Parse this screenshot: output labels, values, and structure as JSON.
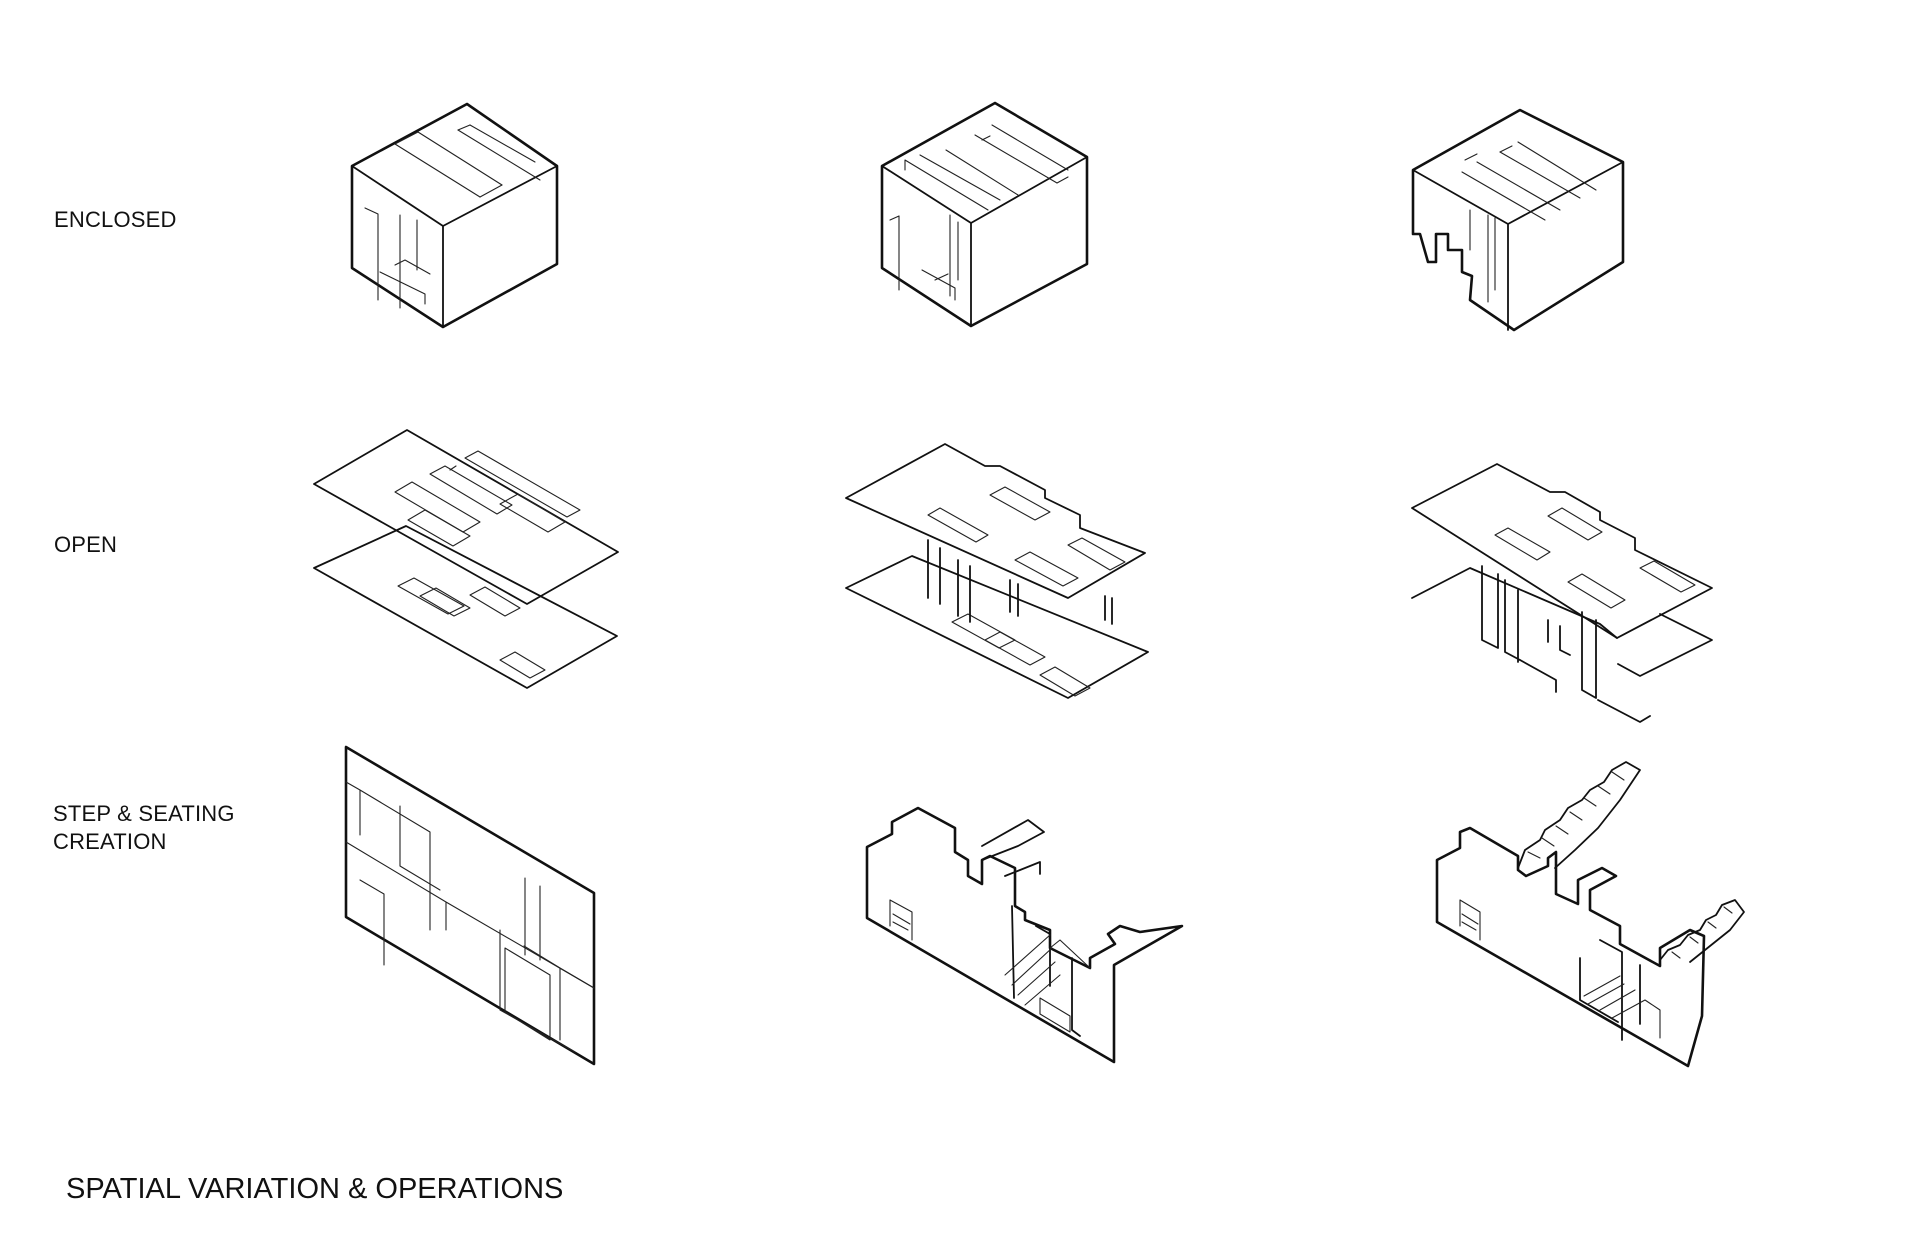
{
  "labels": {
    "enclosed": "ENCLOSED",
    "open": "OPEN",
    "step_line1": "STEP & SEATING",
    "step_line2": "CREATION"
  },
  "title": "SPATIAL VARIATION & OPERATIONS"
}
